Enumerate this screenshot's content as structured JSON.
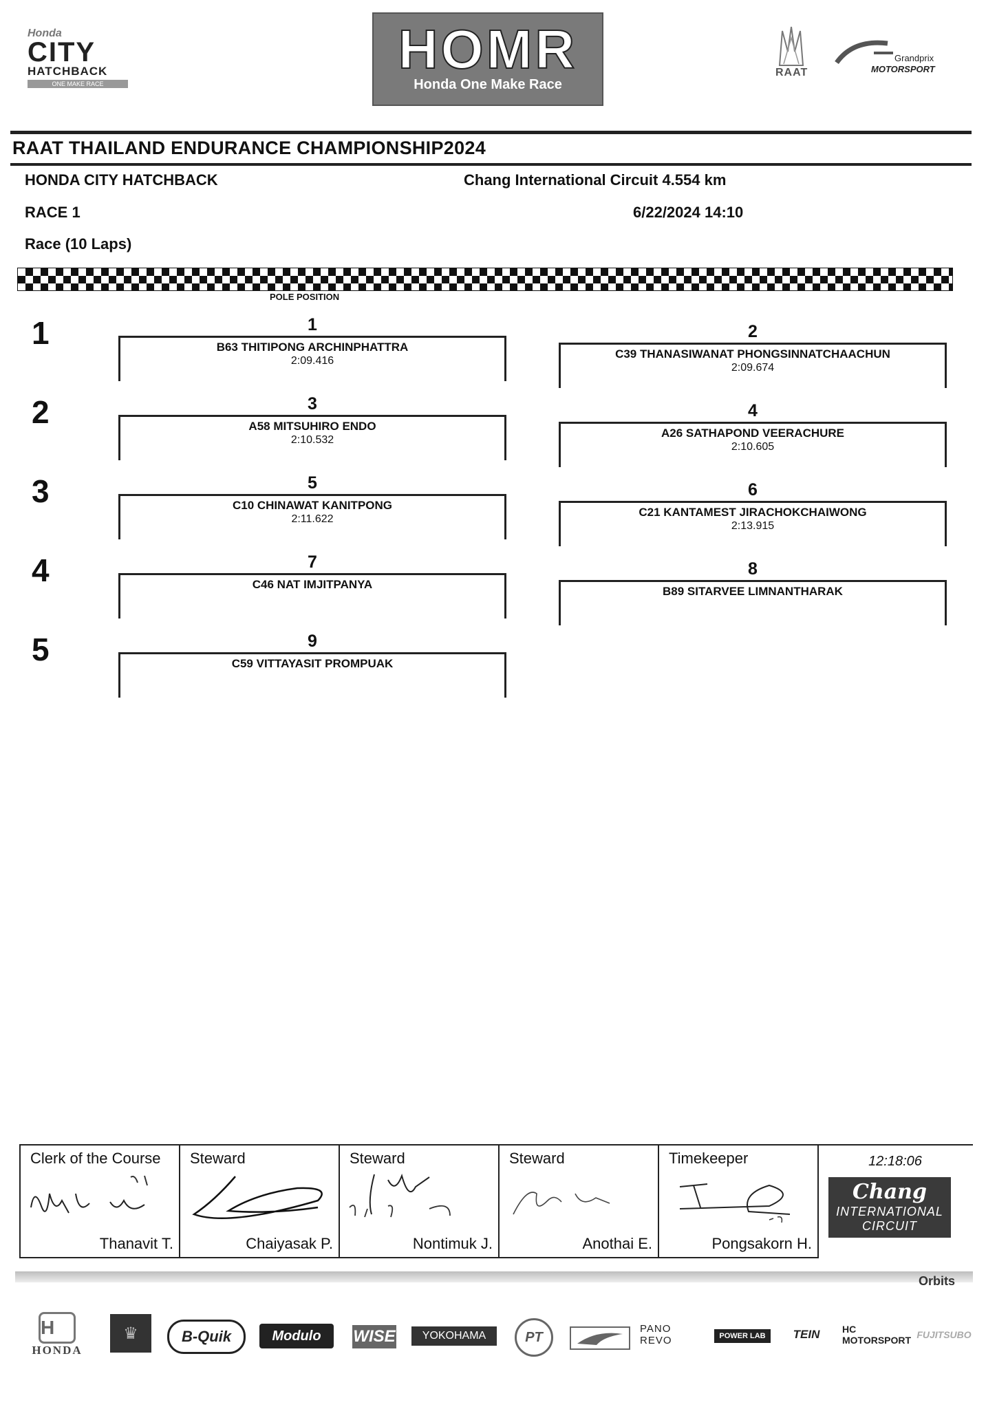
{
  "header": {
    "logo_city": {
      "brand": "Honda",
      "line1": "CITY",
      "line2": "HATCHBACK",
      "line3": "ONE MAKE RACE"
    },
    "logo_homr": {
      "big": "HOMR",
      "sub": "Honda One Make Race"
    },
    "logo_raat": "RAAT",
    "logo_gpm": {
      "line1": "Grandprix",
      "line2": "MOTORSPORT"
    }
  },
  "event": {
    "title": "RAAT THAILAND ENDURANCE CHAMPIONSHIP2024",
    "class_name": "HONDA CITY HATCHBACK",
    "circuit": "Chang International Circuit 4.554 km",
    "race_no": "RACE 1",
    "date_time": "6/22/2024 14:10",
    "race_desc": "Race (10 Laps)",
    "pole_label": "POLE POSITION"
  },
  "grid": {
    "rows": [
      "1",
      "2",
      "3",
      "4",
      "5"
    ],
    "slots": [
      {
        "pos": "1",
        "driver": "B63 THITIPONG ARCHINPHATTRA",
        "time": "2:09.416"
      },
      {
        "pos": "2",
        "driver": "C39 THANASIWANAT PHONGSINNATCHAACHUN",
        "time": "2:09.674"
      },
      {
        "pos": "3",
        "driver": "A58 MITSUHIRO ENDO",
        "time": "2:10.532"
      },
      {
        "pos": "4",
        "driver": "A26 SATHAPOND VEERACHURE",
        "time": "2:10.605"
      },
      {
        "pos": "5",
        "driver": "C10 CHINAWAT KANITPONG",
        "time": "2:11.622"
      },
      {
        "pos": "6",
        "driver": "C21 KANTAMEST JIRACHOKCHAIWONG",
        "time": "2:13.915"
      },
      {
        "pos": "7",
        "driver": "C46 NAT IMJITPANYA",
        "time": ""
      },
      {
        "pos": "8",
        "driver": "B89 SITARVEE LIMNANTHARAK",
        "time": ""
      },
      {
        "pos": "9",
        "driver": "C59 VITTAYASIT PROMPUAK",
        "time": ""
      }
    ]
  },
  "signatures": [
    {
      "role": "Clerk of the Course",
      "name": "Thanavit T."
    },
    {
      "role": "Steward",
      "name": "Chaiyasak P."
    },
    {
      "role": "Steward",
      "name": "Nontimuk J."
    },
    {
      "role": "Steward",
      "name": "Anothai E."
    },
    {
      "role": "Timekeeper",
      "name": "Pongsakorn H."
    }
  ],
  "sign_time": "12:18:06",
  "chang_logo": {
    "line1": "Chang",
    "line2": "INTERNATIONAL",
    "line3": "CIRCUIT"
  },
  "orbits": "Orbits",
  "sponsors": {
    "honda": "HONDA",
    "honda_mark": "H",
    "bquik": "B-Quik",
    "modulo": "Modulo",
    "wise": "WISE",
    "yokohama": "YOKOHAMA",
    "pt": "PT",
    "pano": "PANO REVO",
    "powerlab": "POWER LAB",
    "tein": "TEIN",
    "hc": "HC MOTORSPORT",
    "fujitsubo": "FUJITSUBO"
  }
}
